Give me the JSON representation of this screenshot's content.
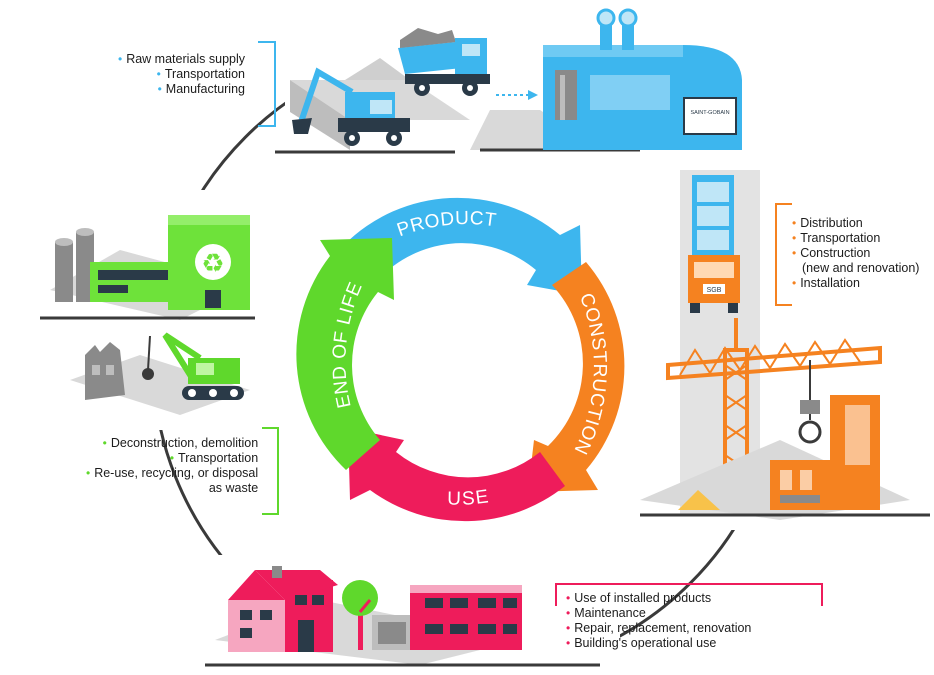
{
  "cycle": {
    "stages": [
      {
        "label": "PRODUCT",
        "color": "#3db6ee"
      },
      {
        "label": "CONSTRUCTION",
        "color": "#f58220"
      },
      {
        "label": "USE",
        "color": "#ee1c5b"
      },
      {
        "label": "END OF LIFE",
        "color": "#5fd82c"
      }
    ]
  },
  "notes": {
    "product": {
      "color": "#3db6ee",
      "items": [
        "Raw materials supply",
        "Transportation",
        "Manufacturing"
      ]
    },
    "construction": {
      "color": "#f58220",
      "items": [
        "Distribution",
        "Transportation",
        "Construction",
        "(new and renovation)",
        "Installation"
      ]
    },
    "end_of_life": {
      "color": "#5fd82c",
      "items": [
        "Deconstruction, demolition",
        "Transportation",
        "Re-use, recycling, or disposal",
        "as waste"
      ]
    },
    "use": {
      "color": "#ee1c5b",
      "items": [
        "Use of installed products",
        "Maintenance",
        "Repair, replacement, renovation",
        "Building's operational use"
      ]
    }
  },
  "illustrations": {
    "factory_sign": "SAINT-GOBAIN",
    "truck_plate": "SGB"
  }
}
